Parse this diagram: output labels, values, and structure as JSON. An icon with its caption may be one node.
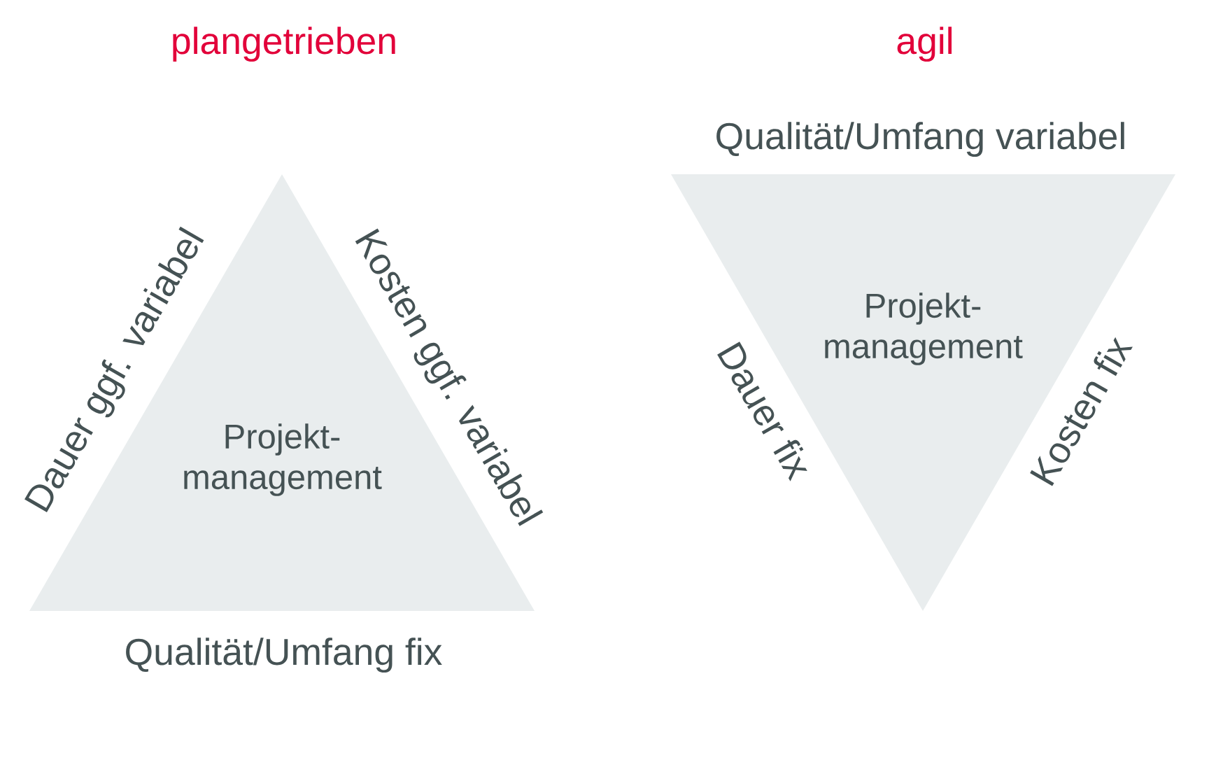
{
  "diagram": {
    "nodes": [
      {
        "text": [
          "Projekt- management"
        ],
        "beside": [
          "Dauer ggf. variabel",
          "Kosten ggf. variabel",
          "Qualität/Umfang fix"
        ]
      },
      {
        "text": [
          "Projekt- management"
        ],
        "beside": [
          "Qualität/Umfang variabel",
          "Dauer fix",
          "Kosten fix"
        ]
      }
    ],
    "labels": [
      "plangetrieben",
      "agil"
    ]
  }
}
